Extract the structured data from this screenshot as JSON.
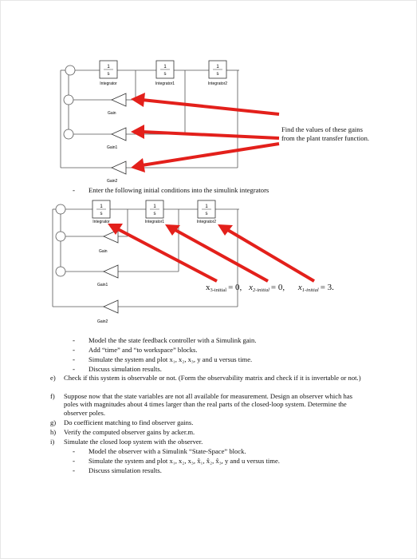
{
  "diagram1": {
    "integrators": [
      "Integrator",
      "Integrator1",
      "Integrator2"
    ],
    "gains": [
      "Gain",
      "Gain1",
      "Gain2"
    ],
    "block_numerator": "1",
    "block_denominator": "s"
  },
  "callout": {
    "line1": "Find the values of these gains",
    "line2": "from the plant transfer function."
  },
  "step_initial": "Enter the following initial conditions into the simulink integrators",
  "diagram2": {
    "integrators": [
      "Integrator",
      "Integrator1",
      "Integrator2"
    ],
    "gains": [
      "Gain",
      "Gain1",
      "Gain2"
    ],
    "block_numerator": "1",
    "block_denominator": "s"
  },
  "initial_conditions": {
    "x3_var": "x",
    "x3_sub": "3-initial",
    "x3_val": "= 0,",
    "x2_var": "x",
    "x2_sub": "2-initial",
    "x2_val": "= 0,",
    "x1_var": "x",
    "x1_sub": "1-initial",
    "x1_val": "= 3."
  },
  "bullets_d": [
    "Model the the state feedback controller with a Simulink gain.",
    "Add “time” and “to workspace” blocks.",
    "Simulate the system and plot x₁, x₂, x₃, y and u versus time.",
    "Discuss simulation results."
  ],
  "items": [
    {
      "label": "e)",
      "text": "Check if this system is observable or not. (Form the observability matrix and check if it is invertable or not.)"
    },
    {
      "label": "f)",
      "text": "Suppose now that the state variables are not all available for measurement. Design an observer which has poles with magnitudes about 4 times larger than the real parts of the closed-loop system. Determine the observer poles."
    },
    {
      "label": "g)",
      "text": "Do coefficient matching to find observer gains."
    },
    {
      "label": "h)",
      "text": "Verify the computed observer gains by acker.m."
    },
    {
      "label": "i)",
      "text": "Simulate the closed loop system with the observer."
    }
  ],
  "bullets_i": [
    "Model the observer with a Simulink “State-Space” block.",
    "Simulate the system and plot x₁, x₂, x₃, x̂₁, x̂₂, x̂₃, y and u versus time.",
    "Discuss simulation results."
  ],
  "colors": {
    "arrow": "#e3201b",
    "line": "#444444"
  }
}
